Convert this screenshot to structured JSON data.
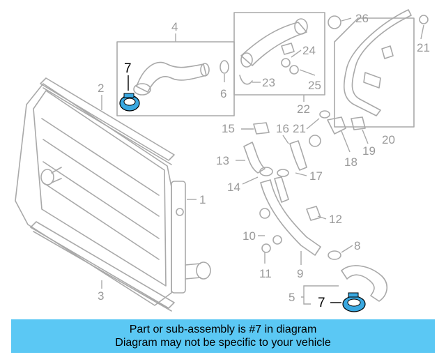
{
  "callouts": {
    "c1": "1",
    "c2": "2",
    "c3": "3",
    "c4": "4",
    "c5": "5",
    "c6": "6",
    "c7a": "7",
    "c7b": "7",
    "c8": "8",
    "c9": "9",
    "c10": "10",
    "c11": "11",
    "c12": "12",
    "c13": "13",
    "c14": "14",
    "c15": "15",
    "c16": "16",
    "c17": "17",
    "c18": "18",
    "c19": "19",
    "c20": "20",
    "c21a": "21",
    "c21b": "21",
    "c22": "22",
    "c23": "23",
    "c24": "24",
    "c25": "25",
    "c26": "26"
  },
  "colors": {
    "highlight_part": "#3aa8e0",
    "banner": "#5bc8f4",
    "line_art": "#a9a9a9"
  },
  "banner": {
    "line1": "Part or sub-assembly is #7 in diagram",
    "line2": "Diagram may not be specific to your vehicle"
  }
}
